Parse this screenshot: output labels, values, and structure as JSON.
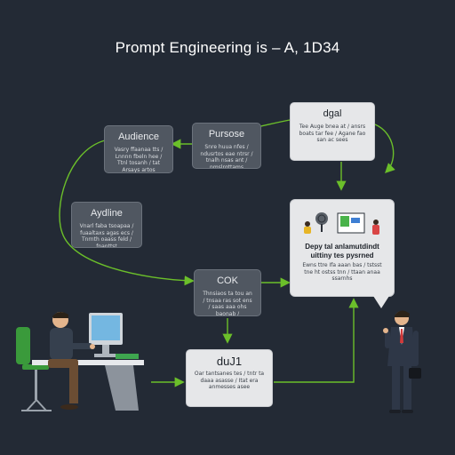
{
  "title": "Prompt Engineering is – A, 1D34",
  "nodes": {
    "audience": {
      "heading": "Audience",
      "text": "Vasry ffaanaa tts / Lnnnn fbeln hee / Ttnl tosanh / tat Arsays artos"
    },
    "purpose": {
      "heading": "Pursose",
      "text": "Snre huua nfes / ndusrtos eae ntrsr / tnalh nsas ant / nmslrgttams"
    },
    "goal": {
      "heading": "dgal",
      "text": "Tee Auge bnea at / ansrs boats tar fee / Agane fao san ac sees"
    },
    "audience2": {
      "heading": "Aydline",
      "text": "Vnarl faba tsoapaa / fuaaltaxs agas ecs / Tnrnth oaass feld / fnanttst"
    },
    "cok": {
      "heading": "COK",
      "text": "Thnsiaos ta tou an / tnsaa ras sot ens / saas aaa ohs baonab / Hrsnfssnantae"
    },
    "output": {
      "heading": "Depy tal anlamutdindt",
      "subheading": "uittiny tes pysrned",
      "text": "Ewns ttre Ifa aaan bas / tstsst tne ht ostss tnn / ttaan anaa ssarnhs"
    },
    "deal": {
      "heading": "duJ1",
      "text": "Oar tantsanes tes / tntr ta daaa asasse / Itat era anmesses asee"
    }
  },
  "colors": {
    "background": "#232a35",
    "connector": "#6bbf2a",
    "dark_box": "#505761",
    "light_box": "#e6e7e9"
  },
  "illustrations": {
    "left": "person-at-computer-desk",
    "right": "standing-businessman-with-briefcase"
  }
}
